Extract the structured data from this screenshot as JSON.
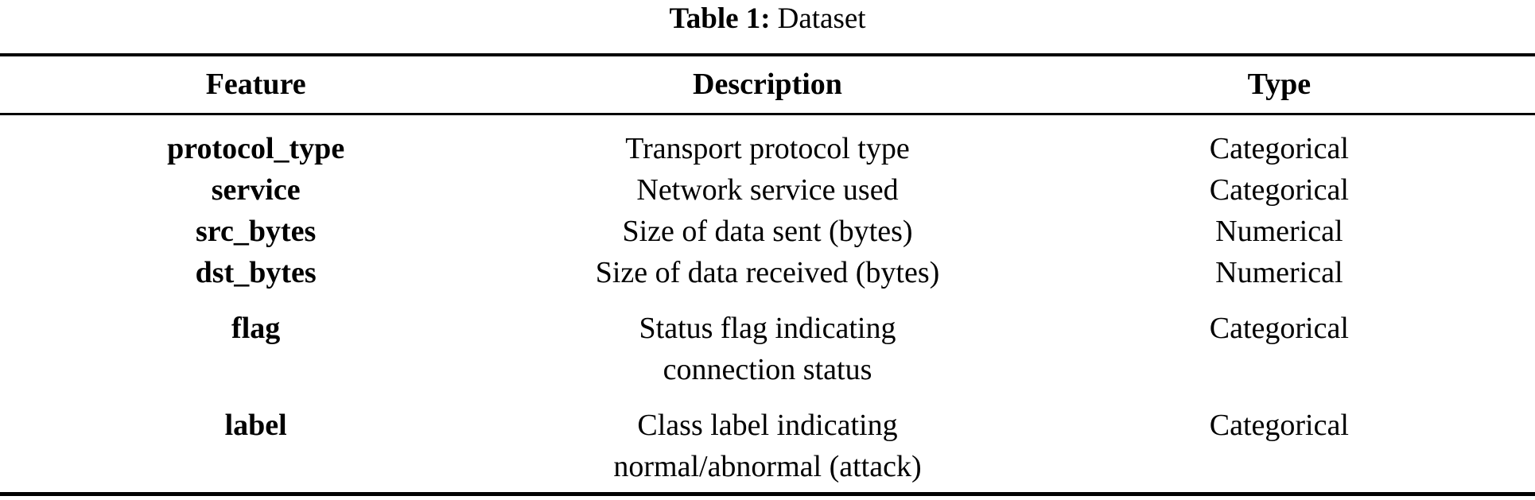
{
  "table": {
    "caption": {
      "label": "Table 1:",
      "title": "Dataset"
    },
    "columns": {
      "feature": "Feature",
      "description": "Description",
      "type": "Type"
    },
    "rows": [
      {
        "feature": "protocol_type",
        "description": [
          "Transport protocol type"
        ],
        "type": "Categorical"
      },
      {
        "feature": "service",
        "description": [
          "Network service used"
        ],
        "type": "Categorical"
      },
      {
        "feature": "src_bytes",
        "description": [
          "Size of data sent (bytes)"
        ],
        "type": "Numerical"
      },
      {
        "feature": "dst_bytes",
        "description": [
          "Size of data received (bytes)"
        ],
        "type": "Numerical"
      },
      {
        "feature": "flag",
        "description": [
          "Status flag indicating",
          "connection status"
        ],
        "type": "Categorical"
      },
      {
        "feature": "label",
        "description": [
          "Class label indicating",
          "normal/abnormal (attack)"
        ],
        "type": "Categorical"
      }
    ],
    "colors": {
      "text": "#000000",
      "background": "#ffffff",
      "rule": "#000000"
    }
  }
}
